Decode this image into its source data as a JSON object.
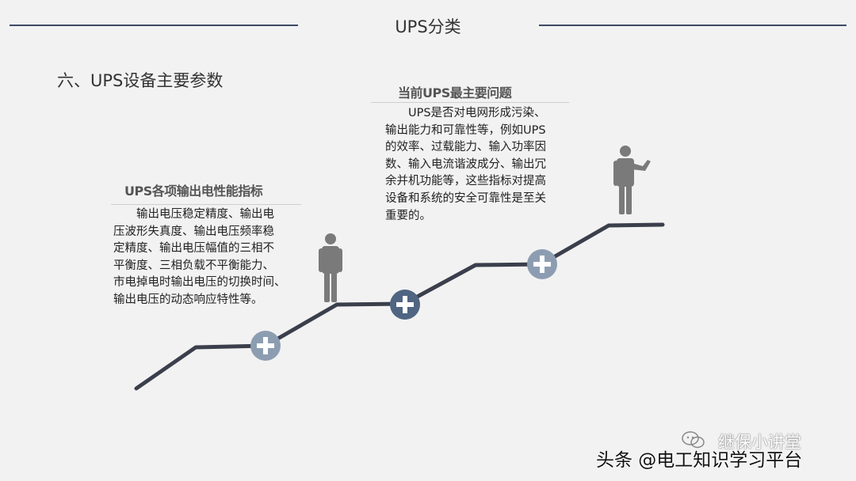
{
  "header": {
    "title": "UPS分类"
  },
  "section": {
    "heading": "六、UPS设备主要参数"
  },
  "card_left": {
    "title": "UPS各项输出电性能指标",
    "body": "　　输出电压稳定精度、输出电\n压波形失真度、输出电压频率稳\n定精度、输出电压幅值的三相不\n平衡度、三相负载不平衡能力、\n市电掉电时输出电压的切换时间、\n输出电压的动态响应特性等。"
  },
  "card_right": {
    "title": "当前UPS最主要问题",
    "body": "　　UPS是否对电网形成污染、\n输出能力和可靠性等，例如UPS\n的效率、过载能力、输入功率因\n数、输入电流谐波成分、输出冗\n余并机功能等，这些指标对提高\n设备和系统的安全可靠性是至关\n重要的。"
  },
  "colors": {
    "path_line": "#3b3f4c",
    "plus_light": "#8d9db1",
    "plus_dark": "#4f6582",
    "figure": "#7a7a7a",
    "rule": "#3c4a66"
  },
  "icons": [
    "plus-circle-icon",
    "person-icon",
    "person-pointing-icon",
    "wechat-icon"
  ],
  "watermark": {
    "channel": "继保小讲堂",
    "platform": "头条 @电工知识学习平台"
  }
}
